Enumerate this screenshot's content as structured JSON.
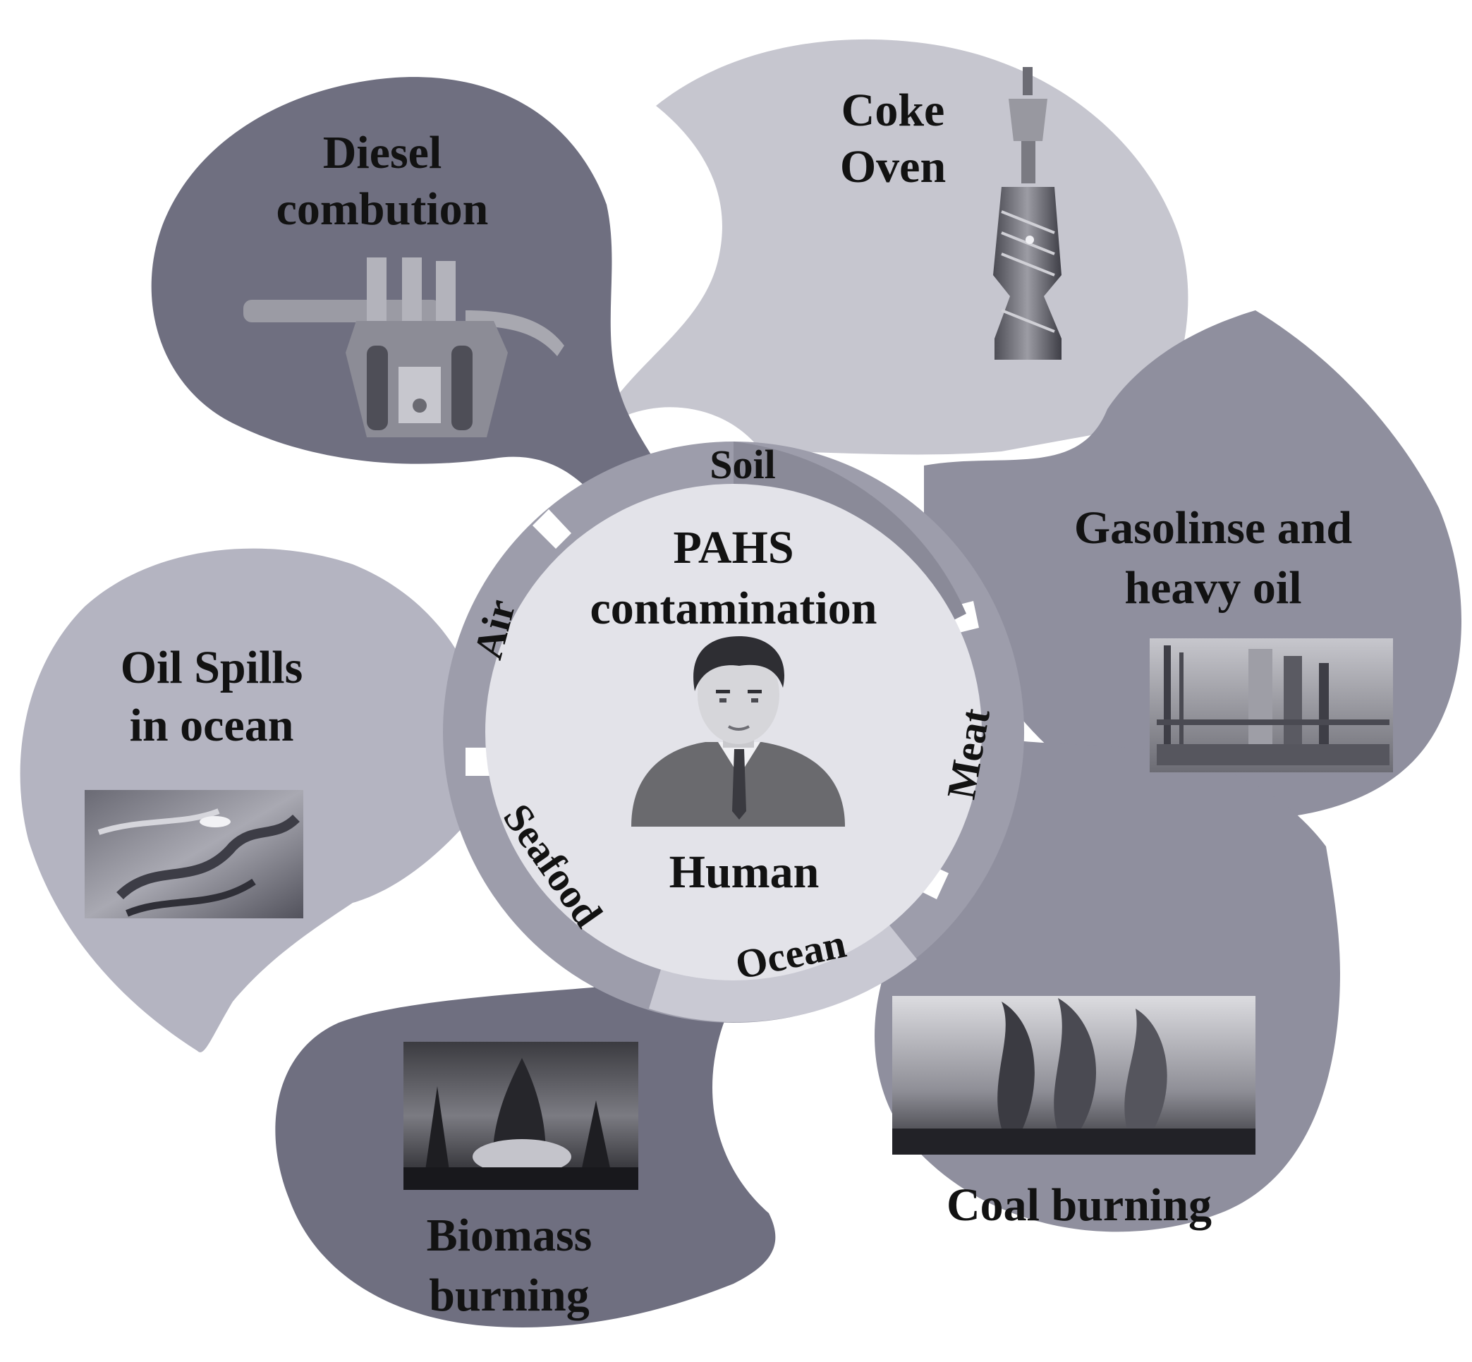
{
  "sources": {
    "diesel": {
      "line1": "Diesel",
      "line2": "combution",
      "icon": "diesel-engine-icon"
    },
    "coke": {
      "line1": "Coke",
      "line2": "Oven",
      "icon": "coke-oven-icon"
    },
    "gasoline": {
      "line1": "Gasolinse and",
      "line2": "heavy oil",
      "icon": "refinery-photo"
    },
    "coal": {
      "line1": "Coal burning",
      "icon": "coal-smoke-photo"
    },
    "biomass": {
      "line1": "Biomass",
      "line2": "burning",
      "icon": "forest-fire-photo"
    },
    "oil_spill": {
      "line1": "Oil Spills",
      "line2": "in ocean",
      "icon": "oil-spill-photo"
    }
  },
  "ring": {
    "soil": "Soil",
    "meat": "Meat",
    "ocean": "Ocean",
    "seafood": "Seafood",
    "air": "Air"
  },
  "center": {
    "title_line1": "PAHS",
    "title_line2": "contamination",
    "subject": "Human",
    "icon": "person-icon"
  },
  "colors": {
    "petal_dark": "#6f6f80",
    "petal_mid": "#8f8f9e",
    "petal_light": "#b4b4c1",
    "petal_lightest": "#c6c6cf",
    "ring": "#9d9dab",
    "center_fill": "#e3e3e9"
  }
}
